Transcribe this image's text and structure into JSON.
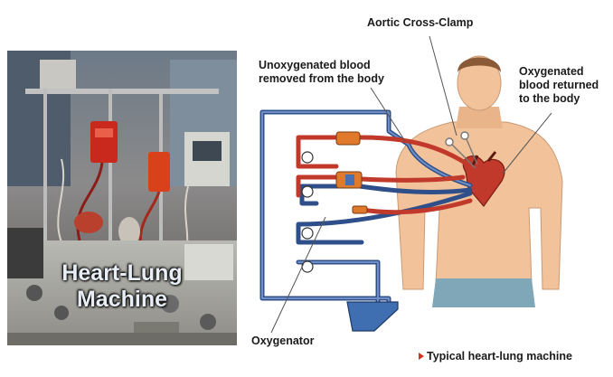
{
  "photo": {
    "caption_line1": "Heart-Lung",
    "caption_line2": "Machine"
  },
  "labels": {
    "aortic_cross_clamp": "Aortic Cross-Clamp",
    "unoxygenated_line1": "Unoxygenated blood",
    "unoxygenated_line2": "removed from the body",
    "oxygenated_line1": "Oxygenated",
    "oxygenated_line2": "blood returned",
    "oxygenated_line3": "to the body",
    "oxygenator": "Oxygenator",
    "typical": "Typical heart-lung machine"
  },
  "colors": {
    "unoxygenated_tube": "#2f4f8a",
    "oxygenated_tube": "#c0392b",
    "skin": "#f2c29a",
    "shorts": "#7fa7b8",
    "pointer": "#d32f1e"
  }
}
